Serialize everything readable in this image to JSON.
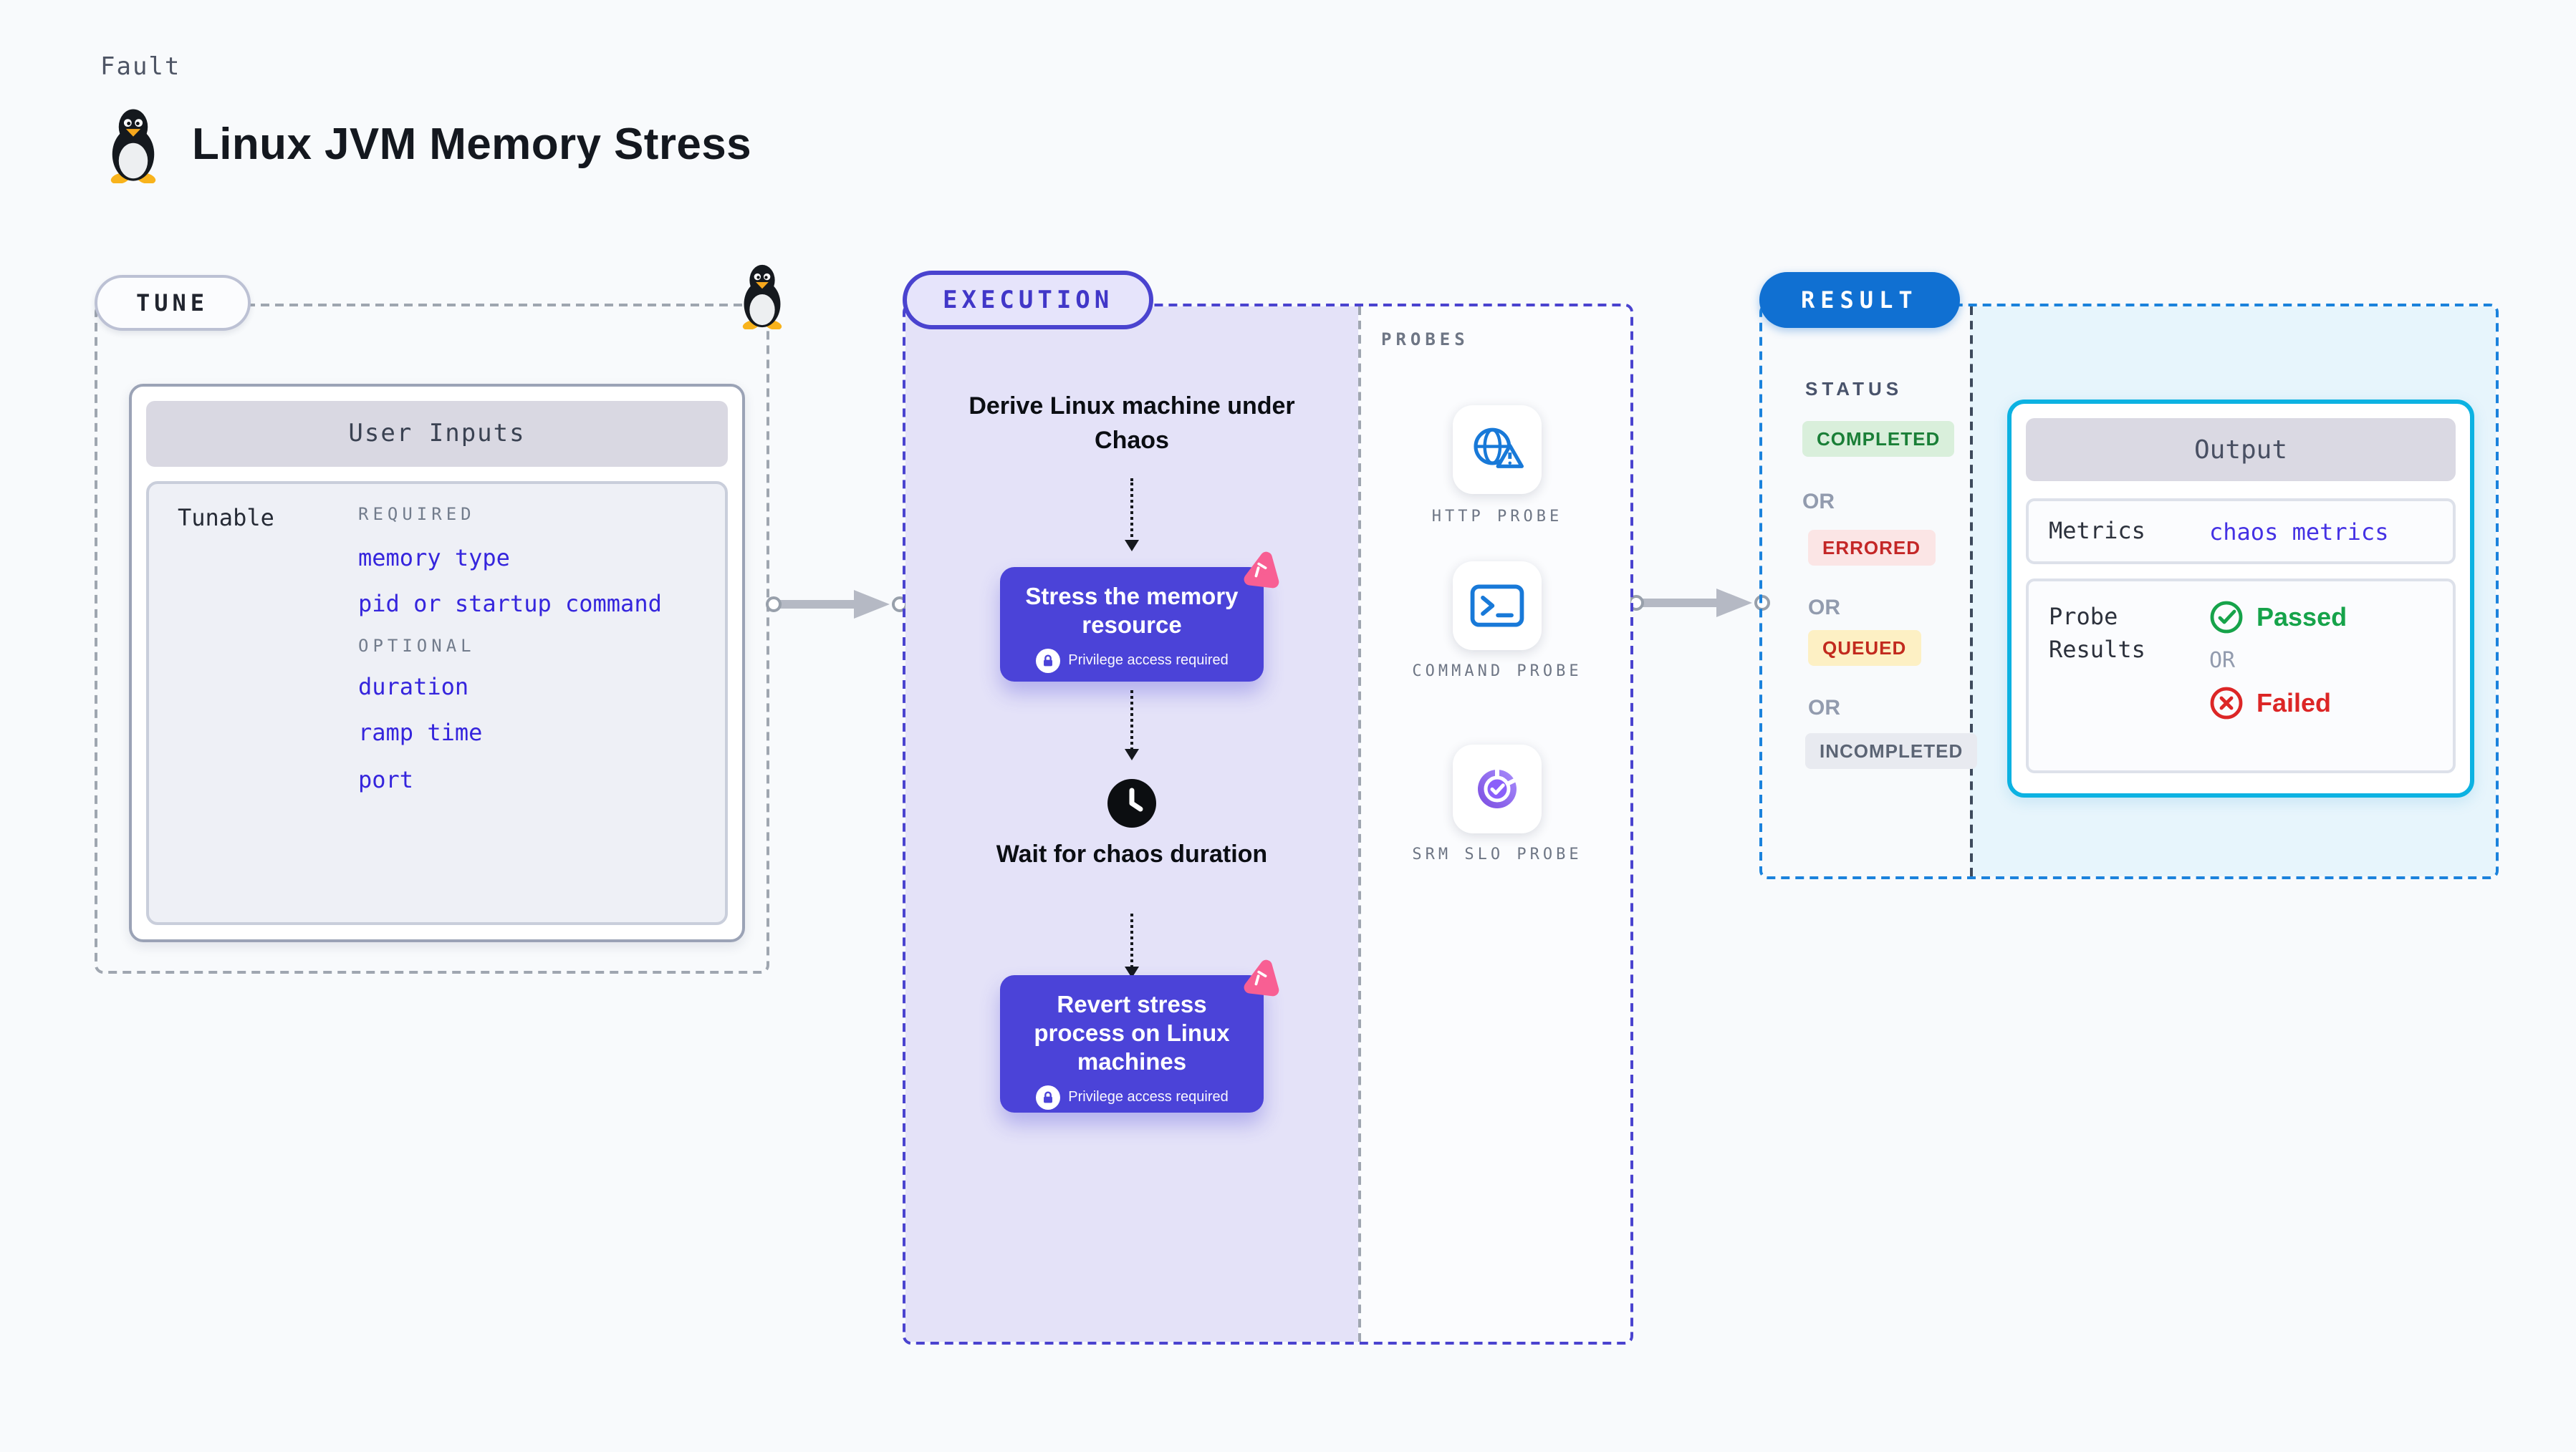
{
  "header": {
    "kicker": "Fault",
    "title": "Linux JVM Memory Stress",
    "icon": "tux-linux-icon"
  },
  "tune": {
    "badge": "TUNE",
    "user_inputs": {
      "title": "User Inputs",
      "row_label": "Tunable",
      "required_label": "REQUIRED",
      "required_items": [
        "memory type",
        "pid or startup command"
      ],
      "optional_label": "OPTIONAL",
      "optional_items": [
        "duration",
        "ramp time",
        "port"
      ]
    }
  },
  "execution": {
    "badge": "EXECUTION",
    "derive_step": "Derive Linux machine under Chaos",
    "stress_step": {
      "title": "Stress the memory resource",
      "note": "Privilege access required",
      "icon": "chaos-pink-icon"
    },
    "wait_step": "Wait for chaos duration",
    "revert_step": {
      "title": "Revert stress process on Linux machines",
      "note": "Privilege access required",
      "icon": "chaos-pink-icon"
    }
  },
  "probes": {
    "label": "PROBES",
    "items": [
      {
        "name": "HTTP PROBE",
        "icon": "globe-warning-icon"
      },
      {
        "name": "COMMAND PROBE",
        "icon": "terminal-icon"
      },
      {
        "name": "SRM SLO PROBE",
        "icon": "pie-check-icon"
      }
    ]
  },
  "result": {
    "badge": "RESULT",
    "status_label": "STATUS",
    "or_label": "OR",
    "statuses": [
      {
        "label": "COMPLETED",
        "fg": "#1a7f37",
        "bg": "#d9efdb"
      },
      {
        "label": "ERRORED",
        "fg": "#c42727",
        "bg": "#fbe5e5"
      },
      {
        "label": "QUEUED",
        "fg": "#c22a1e",
        "bg": "#fdf0c4"
      },
      {
        "label": "INCOMPLETED",
        "fg": "#5b6474",
        "bg": "#e8eaf0"
      }
    ],
    "output": {
      "title": "Output",
      "metrics_label": "Metrics",
      "metrics_value": "chaos metrics",
      "probe_results_label": "Probe Results",
      "passed_label": "Passed",
      "or_label": "OR",
      "failed_label": "Failed"
    }
  },
  "colors": {
    "page_bg": "#f8fafc",
    "indigo_card": "#4b43d8",
    "execution_accent": "#4a43cf",
    "execution_bg": "#e4e2f8",
    "result_accent": "#1070d2",
    "result_area_bg": "#e7f5fc",
    "output_border": "#0cb2e2",
    "link_blue": "#3525dd",
    "chaos_pink": "#f85f93",
    "passed_green": "#16a34a",
    "failed_red": "#dc2626",
    "probe_icon_blue": "#1879d8",
    "srm_purple": "#8b5ffa"
  }
}
